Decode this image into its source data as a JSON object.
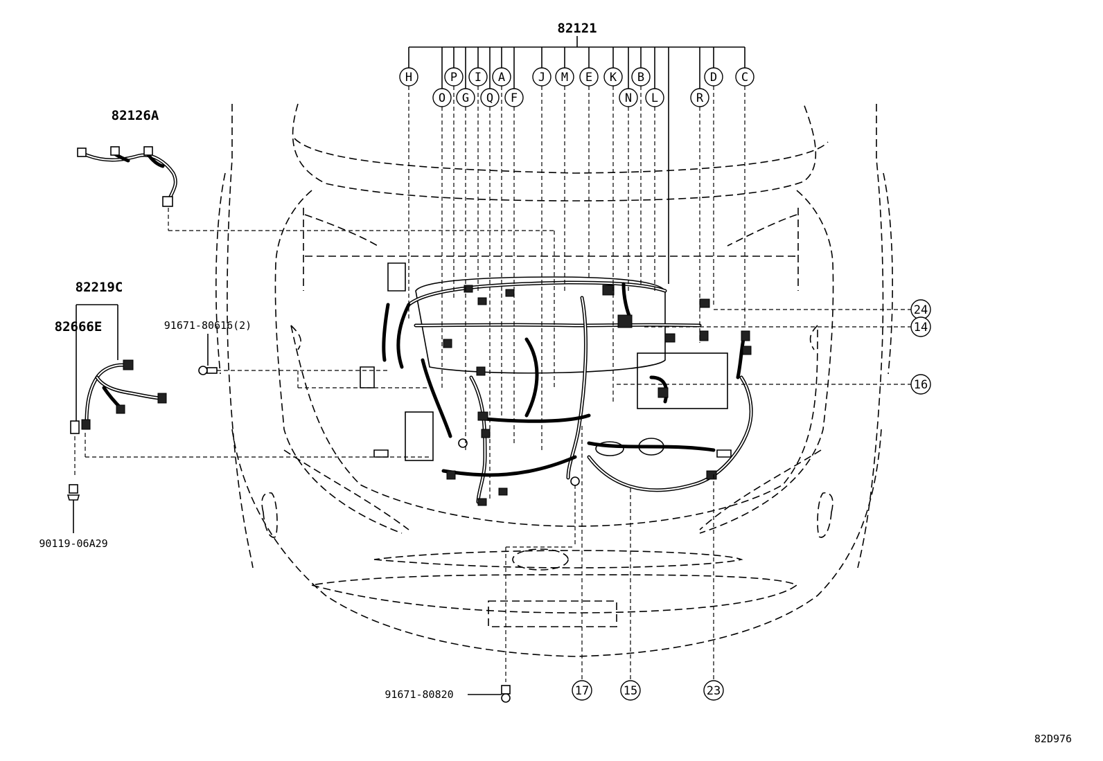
{
  "diagram": {
    "main_part": "82121",
    "letter_callouts_top": [
      "H",
      "P",
      "I",
      "A",
      "J",
      "M",
      "E",
      "K",
      "B",
      "D",
      "C"
    ],
    "letter_callouts_bottom": [
      "O",
      "G",
      "Q",
      "F",
      "N",
      "L",
      "R"
    ],
    "number_callouts_right": [
      "24",
      "14",
      "16"
    ],
    "number_callouts_bottom": [
      "17",
      "15",
      "23"
    ],
    "parts": {
      "harness_a": "82126A",
      "harness_c": "82219C",
      "harness_e": "82666E",
      "bolt_1": "91671-80616(2)",
      "bolt_2": "90119-06A29",
      "bolt_3": "91671-80820"
    },
    "diagram_code": "82D976"
  }
}
